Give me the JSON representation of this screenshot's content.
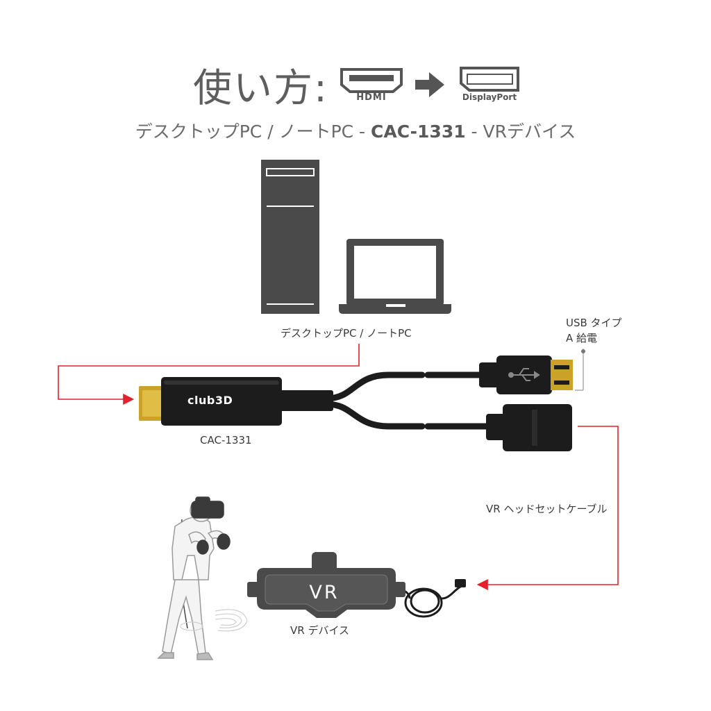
{
  "header": {
    "title": "使い方:",
    "hdmi_logo_text": "HDMI",
    "displayport_logo_text": "DisplayPort",
    "subtitle": {
      "part1": "デスクトップPC / ノートPC  -  ",
      "model": "CAC-1331",
      "part2": "  -  VRデバイス"
    }
  },
  "labels": {
    "computers": "デスクトップPC / ノートPC",
    "usb_power_line1": "USB タイプ",
    "usb_power_line2": "A 給電",
    "adapter_model": "CAC-1331",
    "vr_cable": "VR ヘッドセットケーブル",
    "vr_device": "VR デバイス",
    "vr_headset_text": "VR",
    "brand_logo": "club3D"
  },
  "colors": {
    "arrow_red": "#e3202b",
    "device_dark": "#4a4a4a",
    "cable_black": "#1c1c1c",
    "gold": "#c9a227",
    "title_gray": "#5e5e5e"
  }
}
